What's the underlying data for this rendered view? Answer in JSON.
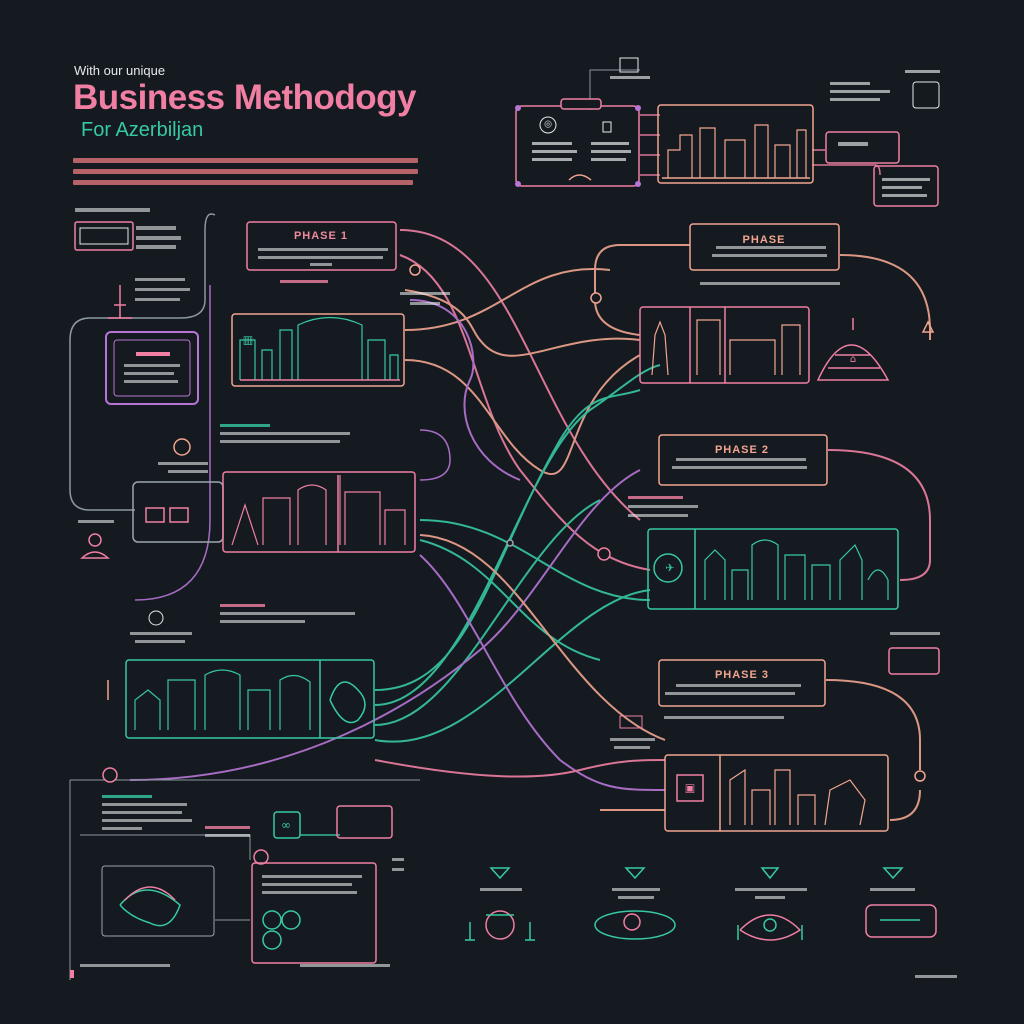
{
  "header": {
    "pretitle": "With our unique",
    "title": "Business Methodogy",
    "subtitle": "For Azerbiljan"
  },
  "phases": [
    {
      "id": "left-top",
      "label": "PHASE 1"
    },
    {
      "id": "right-top",
      "label": "PHASE"
    },
    {
      "id": "right-mid",
      "label": "PHASE 2"
    },
    {
      "id": "right-low",
      "label": "PHASE 3"
    }
  ],
  "icons": {
    "monitor": "monitor-icon",
    "city": "city-skyline-icon",
    "dome": "dome-building-icon",
    "chart": "presentation-chart-icon",
    "globe": "globe-icon",
    "arrow": "arrow-icon",
    "bird": "bird-icon",
    "people": "people-icon"
  },
  "colors": {
    "background": "#141a20",
    "pink": "#f07fa3",
    "salmon": "#f2a58f",
    "teal": "#37c9a3",
    "violet": "#b775d6",
    "text": "#e6e9eb"
  }
}
